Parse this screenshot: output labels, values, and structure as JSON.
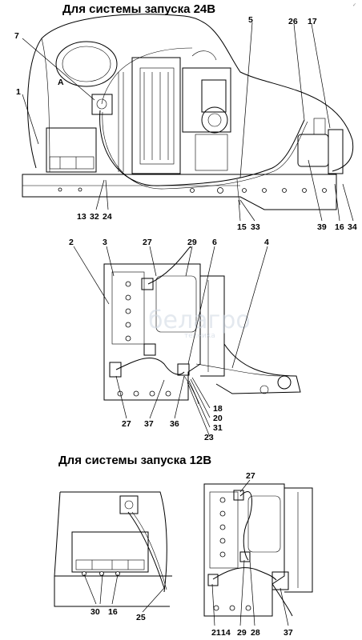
{
  "titles": {
    "system24": "Для системы запуска 24В",
    "system12": "Для системы запуска 12В"
  },
  "corner_mark": "✓",
  "watermark": {
    "brand": "белагро",
    "sub": "техника"
  },
  "view_mark": "A",
  "callouts": {
    "top": [
      "7",
      "1",
      "5",
      "26",
      "17",
      "13",
      "32",
      "24",
      "15",
      "33",
      "39",
      "16",
      "34"
    ],
    "middle": [
      "2",
      "3",
      "27",
      "29",
      "6",
      "4",
      "18",
      "20",
      "31",
      "23",
      "27",
      "37",
      "36"
    ],
    "bottom_left": [
      "30",
      "16",
      "25"
    ],
    "bottom_right": [
      "27",
      "21",
      "14",
      "29",
      "28",
      "37"
    ]
  }
}
